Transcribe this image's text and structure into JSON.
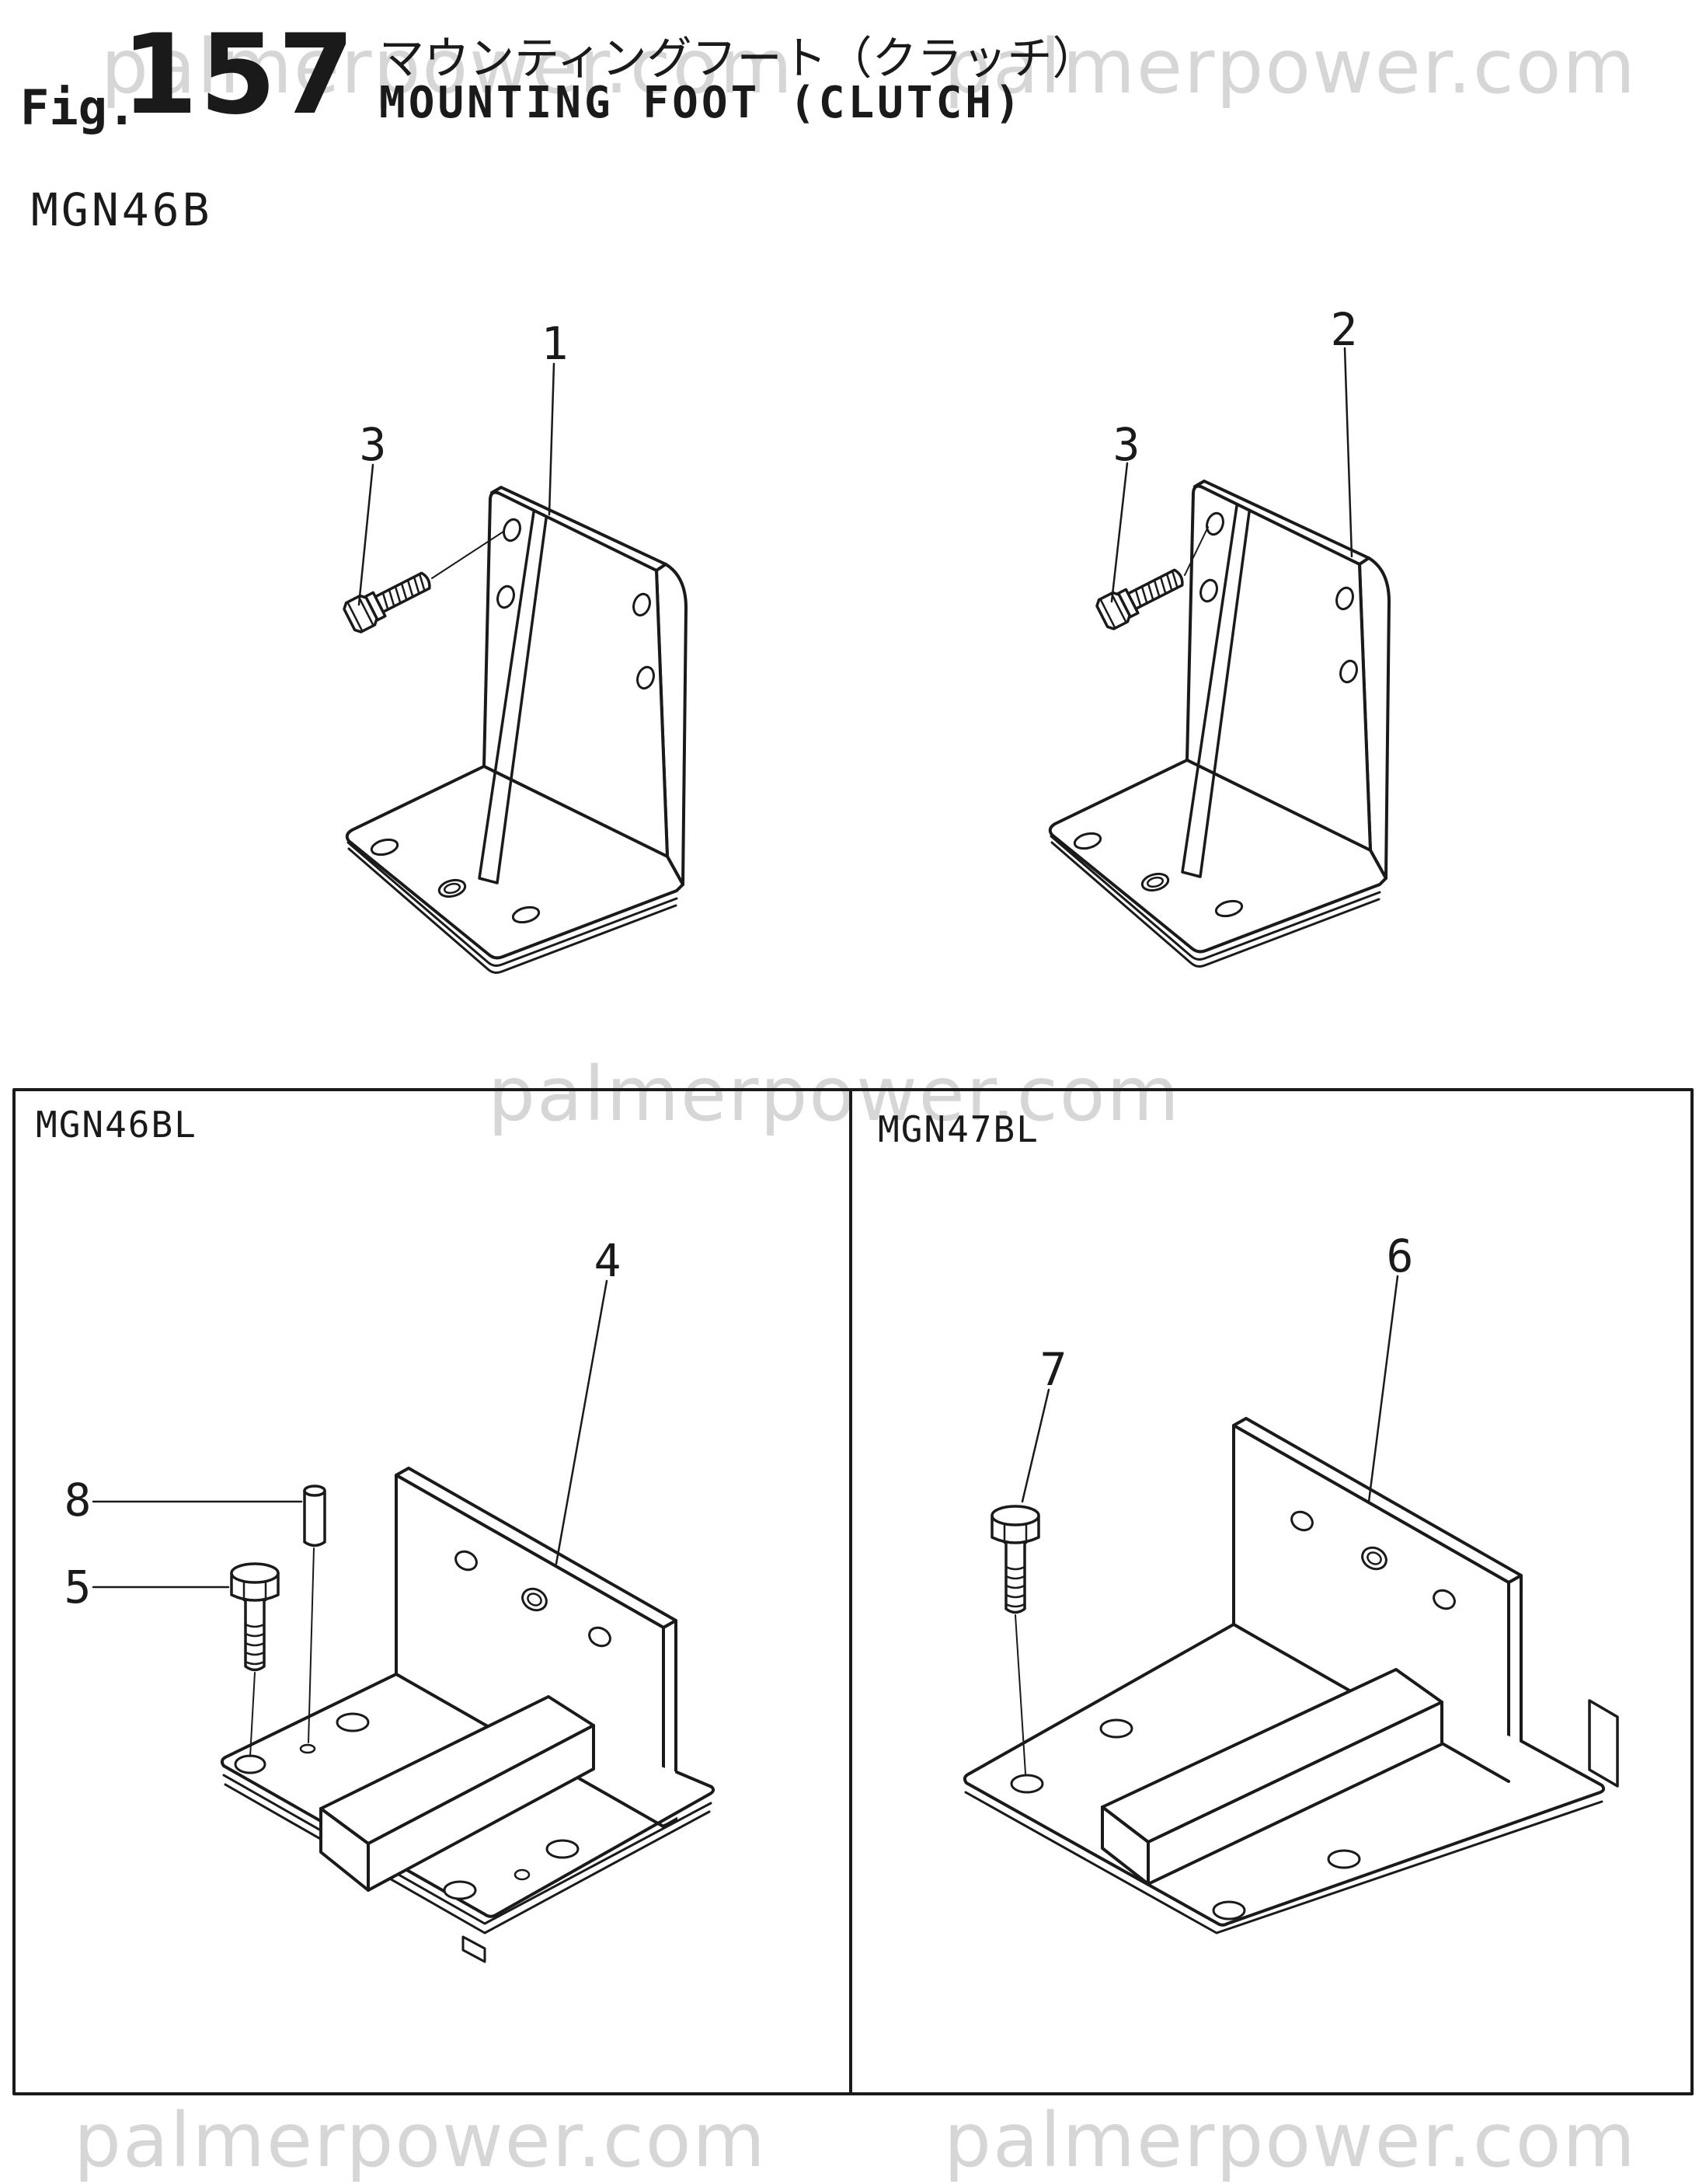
{
  "header": {
    "fig_label": "Fig.",
    "fig_number": "157",
    "title_ja": "マウンティングフート（クラッチ）",
    "title_en": "MOUNTING FOOT (CLUTCH)",
    "model": "MGN46B"
  },
  "watermark": {
    "text": "palmerpower.com",
    "color": "#d6d6d6"
  },
  "panels": {
    "left": "MGN46BL",
    "right": "MGN47BL"
  },
  "callouts": {
    "c1": "1",
    "c2": "2",
    "c3a": "3",
    "c3b": "3",
    "c4": "4",
    "c5": "5",
    "c6": "6",
    "c7": "7",
    "c8": "8"
  },
  "diagram": {
    "ink": "#1a1a1a"
  }
}
